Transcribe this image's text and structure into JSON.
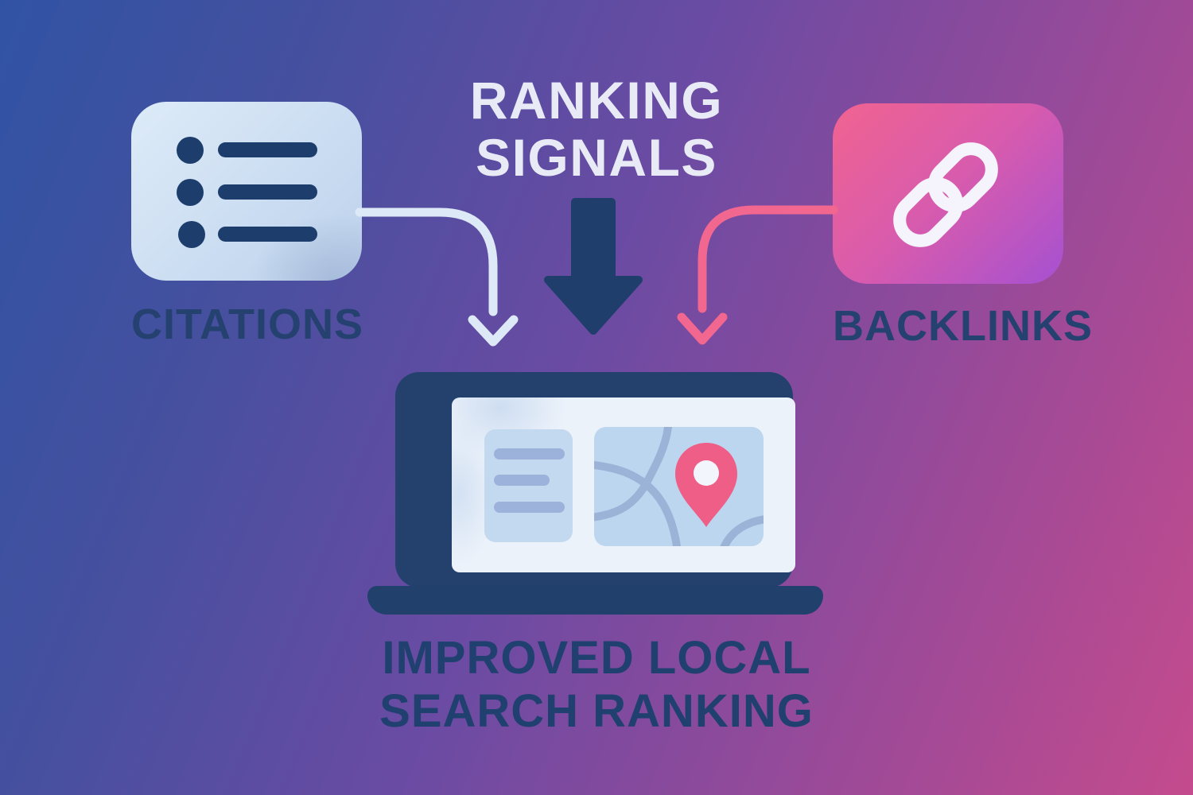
{
  "title": {
    "line1": "RANKING",
    "line2": "SIGNALS"
  },
  "signals": {
    "citations": {
      "label": "CITATIONS",
      "icon": "list-icon"
    },
    "backlinks": {
      "label": "BACKLINKS",
      "icon": "chain-link-icon"
    }
  },
  "flow": {
    "center_arrow": "down-arrow-icon",
    "citations_arrow": "curved-down-arrow-icon",
    "backlinks_arrow": "curved-down-arrow-icon"
  },
  "result": {
    "illustration": "laptop-with-map-and-pin",
    "line1": "IMPROVED LOCAL",
    "line2": "SEARCH RANKING"
  },
  "colors": {
    "bg_top_left": "#3153a4",
    "bg_mid": "#6b4ba3",
    "bg_bottom_right": "#c44b8d",
    "navy": "#22406c",
    "light_text": "#e8eaf6",
    "dark_label": "#24416f",
    "card_blue": "#cfe0f3",
    "card_pink": "#f16390",
    "card_purple": "#a551d1",
    "arrow_light": "#dde9f6",
    "arrow_pink": "#f2678f",
    "map_blue": "#bcd6ef",
    "pin_pink": "#ee5e86"
  }
}
